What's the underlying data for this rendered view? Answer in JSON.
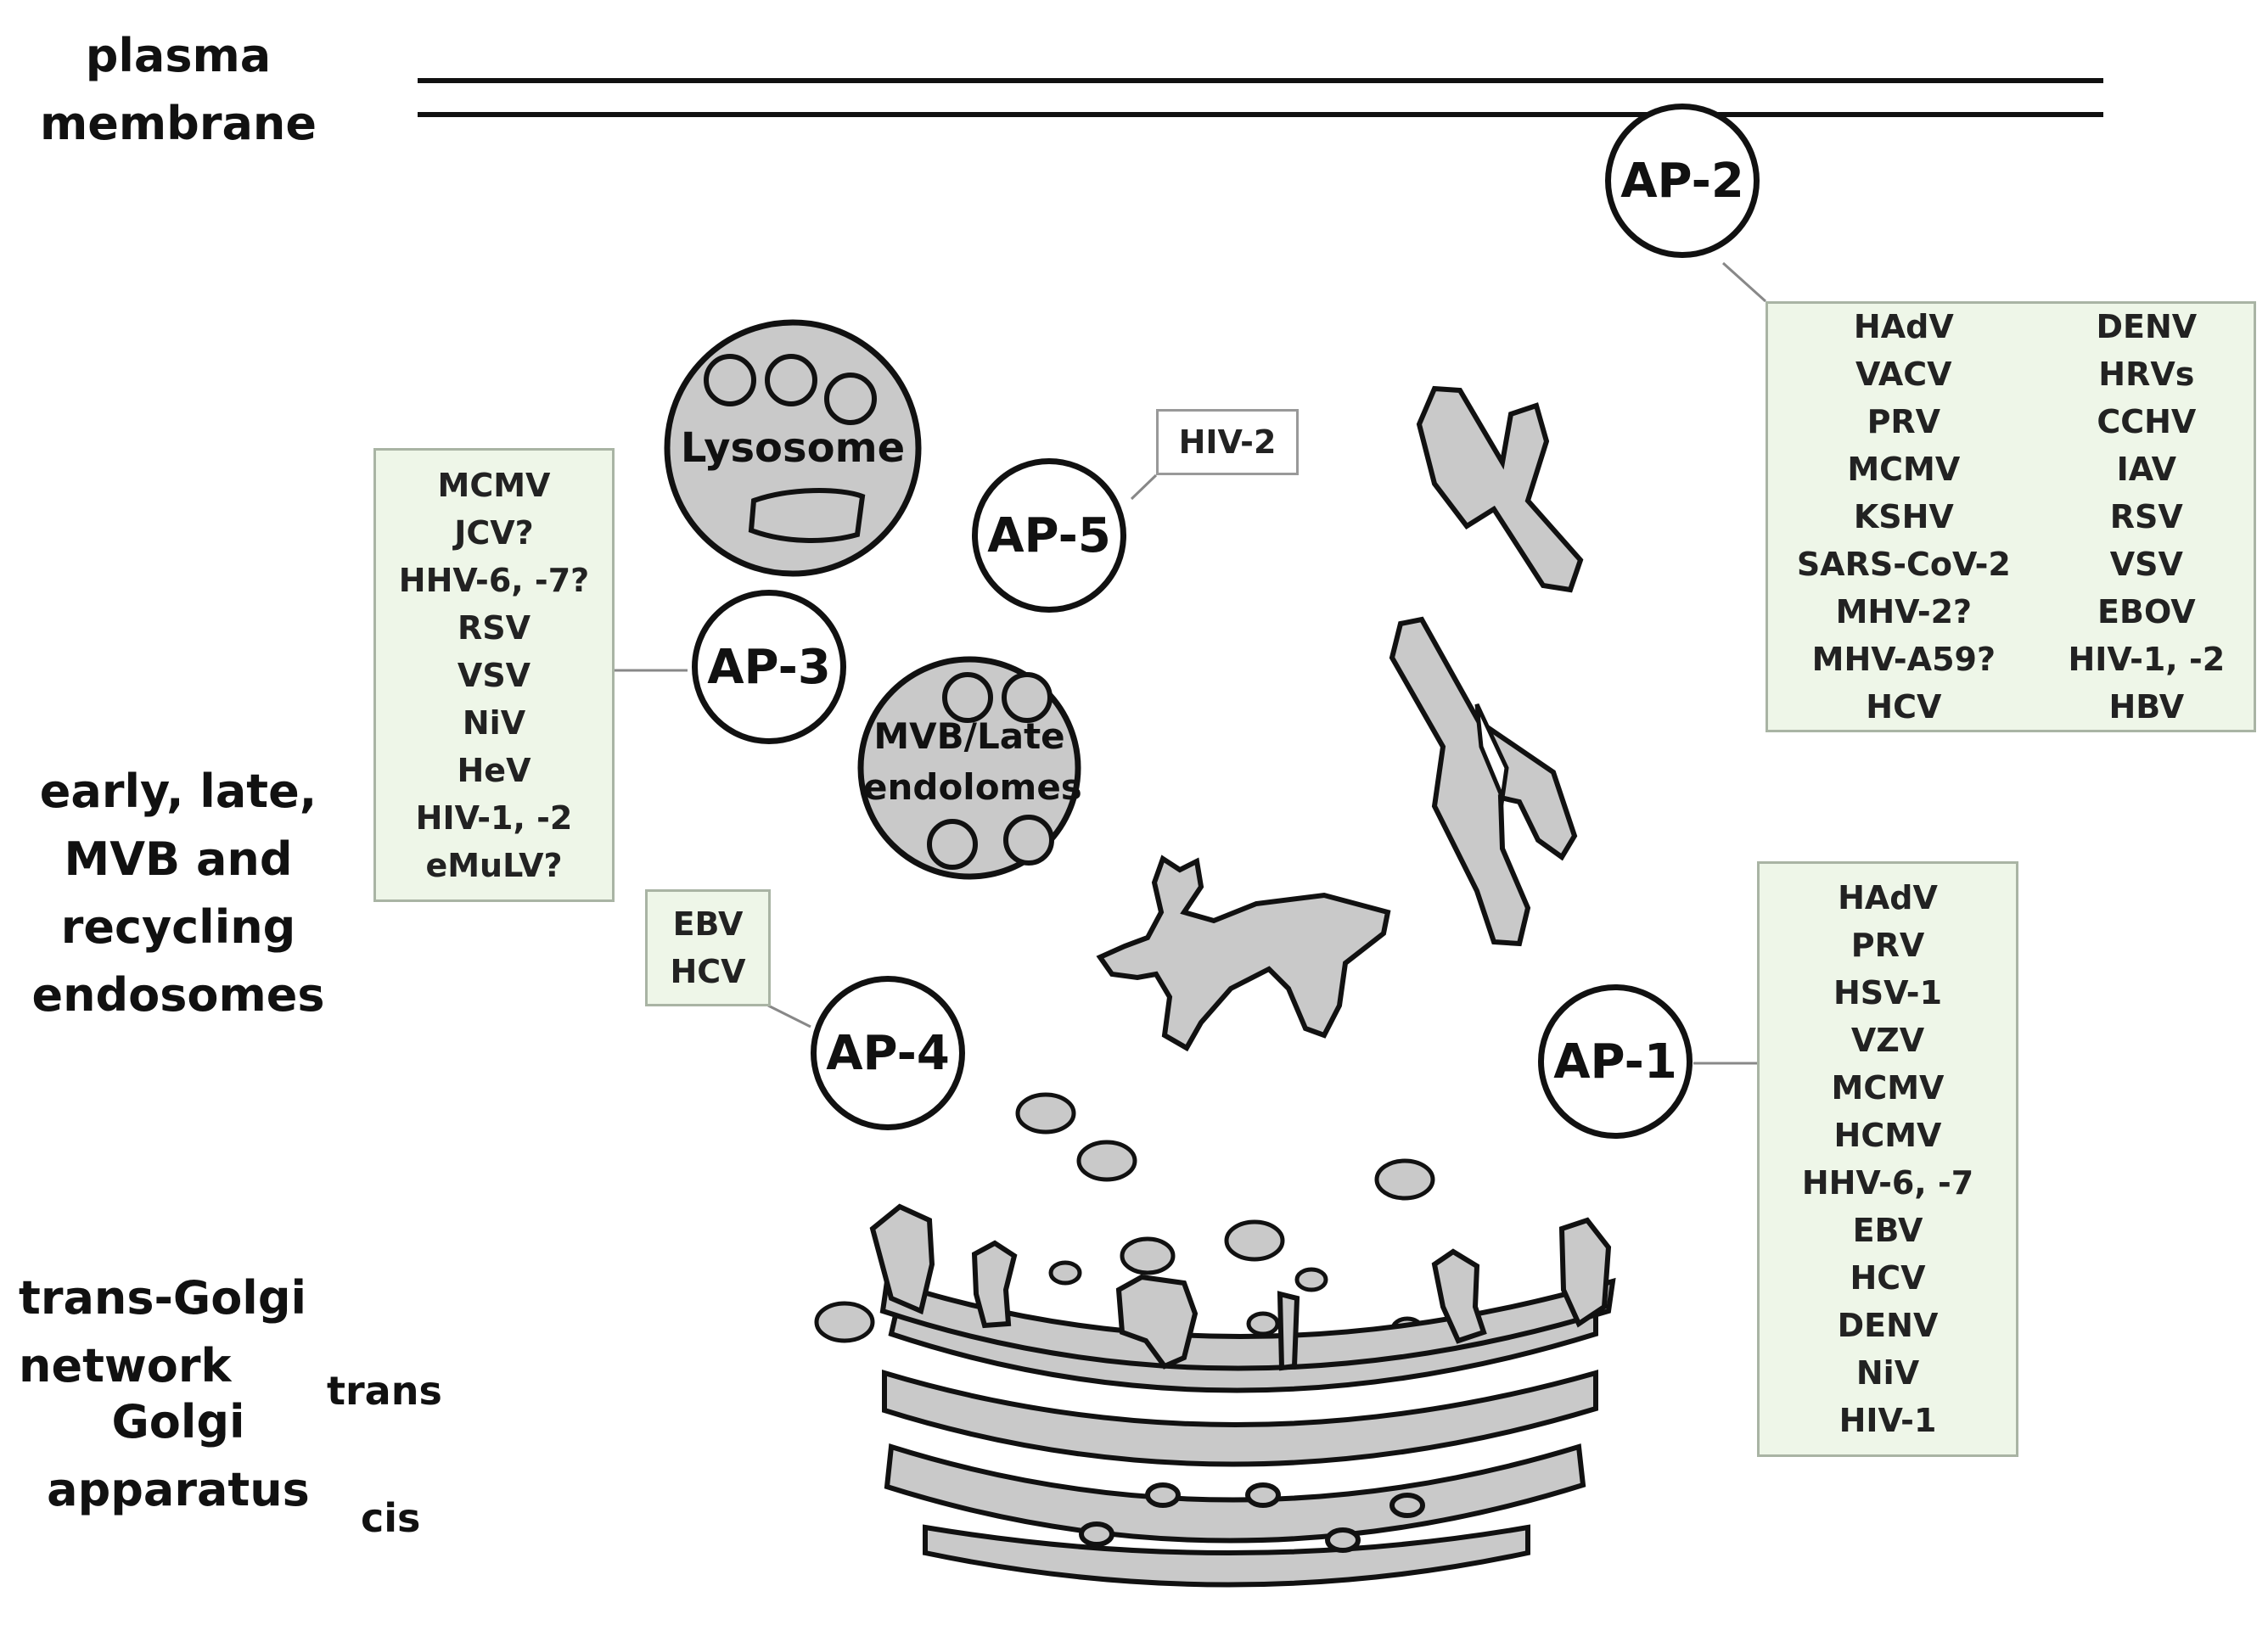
{
  "labels": {
    "plasma_membrane": [
      "plasma",
      "membrane"
    ],
    "endosomes": [
      "early, late,",
      "MVB and",
      "recycling",
      "endosomes"
    ],
    "tgn": "trans-Golgi network",
    "golgi": [
      "Golgi",
      "apparatus"
    ],
    "trans": "trans",
    "cis": "cis",
    "lysosome": "Lysosome",
    "mvb": [
      "MVB/Late",
      "endolomes"
    ]
  },
  "complexes": {
    "ap1": {
      "name": "AP-1",
      "viruses": [
        "HAdV",
        "PRV",
        "HSV-1",
        "VZV",
        "MCMV",
        "HCMV",
        "HHV-6, -7",
        "EBV",
        "HCV",
        "DENV",
        "NiV",
        "HIV-1"
      ]
    },
    "ap2": {
      "name": "AP-2",
      "viruses_left": [
        "HAdV",
        "VACV",
        "PRV",
        "MCMV",
        "KSHV",
        "SARS-CoV-2",
        "MHV-2?",
        "MHV-A59?",
        "HCV"
      ],
      "viruses_right": [
        "DENV",
        "HRVs",
        "CCHV",
        "IAV",
        "RSV",
        "VSV",
        "EBOV",
        "HIV-1, -2",
        "HBV"
      ]
    },
    "ap3": {
      "name": "AP-3",
      "viruses": [
        "MCMV",
        "JCV?",
        "HHV-6, -7?",
        "RSV",
        "VSV",
        "NiV",
        "HeV",
        "HIV-1, -2",
        "eMuLV?"
      ]
    },
    "ap4": {
      "name": "AP-4",
      "viruses": [
        "EBV",
        "HCV"
      ]
    },
    "ap5": {
      "name": "AP-5",
      "viruses": [
        "HIV-2"
      ]
    }
  },
  "colors": {
    "organelle_fill": "#c9c9c9",
    "outline": "#111111",
    "box_fill": "#eef6e8",
    "box_border": "#a9b4a4"
  }
}
